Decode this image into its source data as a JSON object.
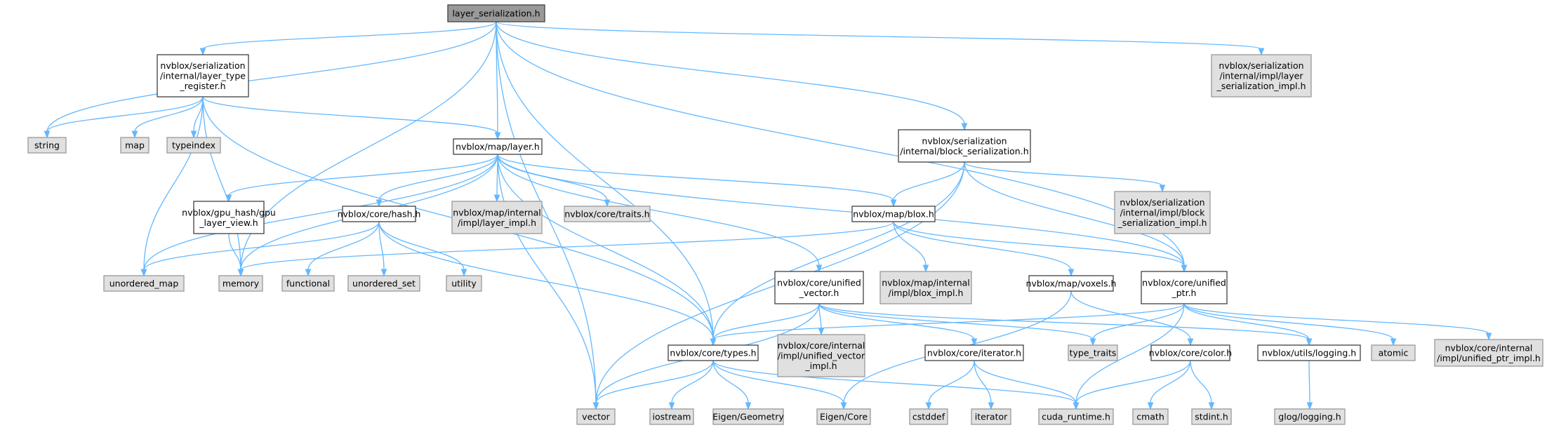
{
  "diagram": {
    "type": "include-dependency-graph",
    "colors": {
      "edge": "#63b8ff",
      "root_fill": "#999999",
      "root_border": "#404040",
      "internal_fill": "#ffffff",
      "internal_border": "#404040",
      "external_fill": "#e0e0e0",
      "external_border": "#999999"
    },
    "nodes": [
      {
        "id": "root",
        "lines": [
          "layer_serialization.h"
        ],
        "kind": "root"
      },
      {
        "id": "ltr",
        "lines": [
          "nvblox/serialization",
          "/internal/layer_type",
          "_register.h"
        ],
        "kind": "internal"
      },
      {
        "id": "string",
        "lines": [
          "string"
        ],
        "kind": "external"
      },
      {
        "id": "map",
        "lines": [
          "map"
        ],
        "kind": "external"
      },
      {
        "id": "typeindex",
        "lines": [
          "typeindex"
        ],
        "kind": "external"
      },
      {
        "id": "layer",
        "lines": [
          "nvblox/map/layer.h"
        ],
        "kind": "internal"
      },
      {
        "id": "blockser",
        "lines": [
          "nvblox/serialization",
          "/internal/block_serialization.h"
        ],
        "kind": "internal"
      },
      {
        "id": "lsimpl",
        "lines": [
          "nvblox/serialization",
          "/internal/impl/layer",
          "_serialization_impl.h"
        ],
        "kind": "external"
      },
      {
        "id": "gpuhash",
        "lines": [
          "nvblox/gpu_hash/gpu",
          "_layer_view.h"
        ],
        "kind": "internal"
      },
      {
        "id": "hash",
        "lines": [
          "nvblox/core/hash.h"
        ],
        "kind": "internal"
      },
      {
        "id": "layerimpl",
        "lines": [
          "nvblox/map/internal",
          "/impl/layer_impl.h"
        ],
        "kind": "external"
      },
      {
        "id": "traits",
        "lines": [
          "nvblox/core/traits.h"
        ],
        "kind": "external"
      },
      {
        "id": "blox",
        "lines": [
          "nvblox/map/blox.h"
        ],
        "kind": "internal"
      },
      {
        "id": "bsimpl",
        "lines": [
          "nvblox/serialization",
          "/internal/impl/block",
          "_serialization_impl.h"
        ],
        "kind": "external"
      },
      {
        "id": "umap",
        "lines": [
          "unordered_map"
        ],
        "kind": "external"
      },
      {
        "id": "memory",
        "lines": [
          "memory"
        ],
        "kind": "external"
      },
      {
        "id": "functional",
        "lines": [
          "functional"
        ],
        "kind": "external"
      },
      {
        "id": "uset",
        "lines": [
          "unordered_set"
        ],
        "kind": "external"
      },
      {
        "id": "utility",
        "lines": [
          "utility"
        ],
        "kind": "external"
      },
      {
        "id": "uvec",
        "lines": [
          "nvblox/core/unified",
          "_vector.h"
        ],
        "kind": "internal"
      },
      {
        "id": "bloximpl",
        "lines": [
          "nvblox/map/internal",
          "/impl/blox_impl.h"
        ],
        "kind": "external"
      },
      {
        "id": "voxels",
        "lines": [
          "nvblox/map/voxels.h"
        ],
        "kind": "internal"
      },
      {
        "id": "uptr",
        "lines": [
          "nvblox/core/unified",
          "_ptr.h"
        ],
        "kind": "internal"
      },
      {
        "id": "types",
        "lines": [
          "nvblox/core/types.h"
        ],
        "kind": "internal"
      },
      {
        "id": "uvecimpl",
        "lines": [
          "nvblox/core/internal",
          "/impl/unified_vector",
          "_impl.h"
        ],
        "kind": "external"
      },
      {
        "id": "iterh",
        "lines": [
          "nvblox/core/iterator.h"
        ],
        "kind": "internal"
      },
      {
        "id": "ttraits",
        "lines": [
          "type_traits"
        ],
        "kind": "external"
      },
      {
        "id": "color",
        "lines": [
          "nvblox/core/color.h"
        ],
        "kind": "internal"
      },
      {
        "id": "logging",
        "lines": [
          "nvblox/utils/logging.h"
        ],
        "kind": "internal"
      },
      {
        "id": "atomic",
        "lines": [
          "atomic"
        ],
        "kind": "external"
      },
      {
        "id": "uptrimpl",
        "lines": [
          "nvblox/core/internal",
          "/impl/unified_ptr_impl.h"
        ],
        "kind": "external"
      },
      {
        "id": "vector",
        "lines": [
          "vector"
        ],
        "kind": "external"
      },
      {
        "id": "iostream",
        "lines": [
          "iostream"
        ],
        "kind": "external"
      },
      {
        "id": "eigengeo",
        "lines": [
          "Eigen/Geometry"
        ],
        "kind": "external"
      },
      {
        "id": "eigencore",
        "lines": [
          "Eigen/Core"
        ],
        "kind": "external"
      },
      {
        "id": "cstddef",
        "lines": [
          "cstddef"
        ],
        "kind": "external"
      },
      {
        "id": "iterator",
        "lines": [
          "iterator"
        ],
        "kind": "external"
      },
      {
        "id": "cuda",
        "lines": [
          "cuda_runtime.h"
        ],
        "kind": "external"
      },
      {
        "id": "cmath",
        "lines": [
          "cmath"
        ],
        "kind": "external"
      },
      {
        "id": "stdint",
        "lines": [
          "stdint.h"
        ],
        "kind": "external"
      },
      {
        "id": "glog",
        "lines": [
          "glog/logging.h"
        ],
        "kind": "external"
      }
    ],
    "edges": [
      [
        "root",
        "ltr"
      ],
      [
        "root",
        "string"
      ],
      [
        "root",
        "layer"
      ],
      [
        "root",
        "blockser"
      ],
      [
        "root",
        "lsimpl"
      ],
      [
        "root",
        "memory"
      ],
      [
        "root",
        "types"
      ],
      [
        "root",
        "uptr"
      ],
      [
        "root",
        "vector"
      ],
      [
        "ltr",
        "string"
      ],
      [
        "ltr",
        "map"
      ],
      [
        "ltr",
        "typeindex"
      ],
      [
        "ltr",
        "layer"
      ],
      [
        "ltr",
        "memory"
      ],
      [
        "ltr",
        "umap"
      ],
      [
        "ltr",
        "types"
      ],
      [
        "layer",
        "gpuhash"
      ],
      [
        "layer",
        "hash"
      ],
      [
        "layer",
        "layerimpl"
      ],
      [
        "layer",
        "traits"
      ],
      [
        "layer",
        "blox"
      ],
      [
        "layer",
        "umap"
      ],
      [
        "layer",
        "memory"
      ],
      [
        "layer",
        "types"
      ],
      [
        "layer",
        "uvec"
      ],
      [
        "layer",
        "uptr"
      ],
      [
        "layer",
        "vector"
      ],
      [
        "blockser",
        "blox"
      ],
      [
        "blockser",
        "bsimpl"
      ],
      [
        "blockser",
        "uptr"
      ],
      [
        "blockser",
        "vector"
      ],
      [
        "blockser",
        "types"
      ],
      [
        "gpuhash",
        "memory"
      ],
      [
        "hash",
        "umap"
      ],
      [
        "hash",
        "functional"
      ],
      [
        "hash",
        "uset"
      ],
      [
        "hash",
        "utility"
      ],
      [
        "hash",
        "types"
      ],
      [
        "blox",
        "memory"
      ],
      [
        "blox",
        "bloximpl"
      ],
      [
        "blox",
        "voxels"
      ],
      [
        "blox",
        "uptr"
      ],
      [
        "uvec",
        "types"
      ],
      [
        "uvec",
        "uvecimpl"
      ],
      [
        "uvec",
        "iterh"
      ],
      [
        "uvec",
        "ttraits"
      ],
      [
        "uvec",
        "vector"
      ],
      [
        "uvec",
        "logging"
      ],
      [
        "voxels",
        "color"
      ],
      [
        "voxels",
        "eigencore"
      ],
      [
        "uptr",
        "types"
      ],
      [
        "uptr",
        "ttraits"
      ],
      [
        "uptr",
        "logging"
      ],
      [
        "uptr",
        "atomic"
      ],
      [
        "uptr",
        "uptrimpl"
      ],
      [
        "uptr",
        "cuda"
      ],
      [
        "types",
        "vector"
      ],
      [
        "types",
        "iostream"
      ],
      [
        "types",
        "eigengeo"
      ],
      [
        "types",
        "eigencore"
      ],
      [
        "types",
        "cuda"
      ],
      [
        "iterh",
        "cstddef"
      ],
      [
        "iterh",
        "iterator"
      ],
      [
        "iterh",
        "cuda"
      ],
      [
        "color",
        "cuda"
      ],
      [
        "color",
        "cmath"
      ],
      [
        "color",
        "stdint"
      ],
      [
        "logging",
        "glog"
      ]
    ]
  }
}
